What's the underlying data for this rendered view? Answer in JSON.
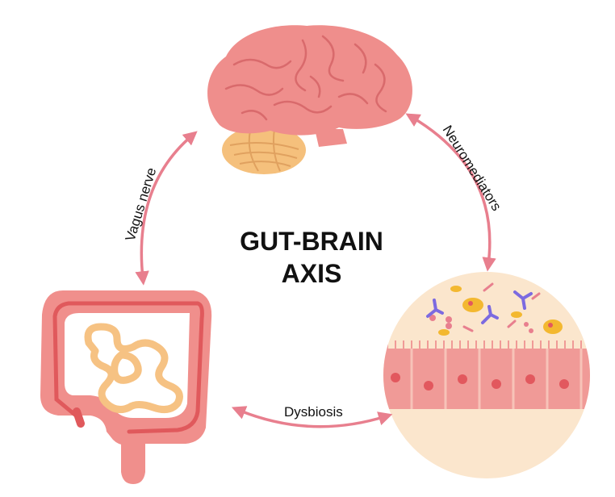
{
  "title": {
    "line1": "GUT-BRAIN",
    "line2": "AXIS"
  },
  "connections": {
    "left": {
      "label": "Vagus nerve"
    },
    "right": {
      "label": "Neuromediators"
    },
    "bottom": {
      "label": "Dysbiosis"
    }
  },
  "nodes": {
    "brain": {
      "icon": "brain-icon"
    },
    "intestine": {
      "icon": "intestine-icon"
    },
    "microbiome": {
      "icon": "gut-microbiome-icon"
    }
  },
  "colors": {
    "arrow": "#e87f8e",
    "brain": "#ef8e8c",
    "brain_dark": "#d96a6c",
    "cerebellum": "#f5c07c",
    "intestine": "#f08f8c",
    "intestine_dark": "#e0595c",
    "small_intestine": "#f6c283",
    "circle_bg": "#fbe6cd",
    "cell": "#f09a97",
    "nucleus": "#e2585e"
  }
}
